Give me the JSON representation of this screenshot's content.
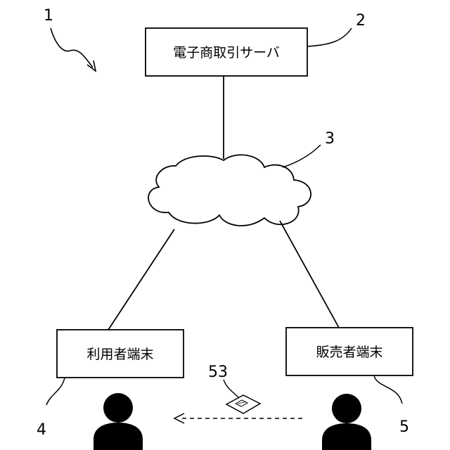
{
  "diagram": {
    "system": {
      "ref": "1"
    },
    "server": {
      "ref": "2",
      "label": "電子商取引サーバ"
    },
    "network": {
      "ref": "3"
    },
    "user_terminal": {
      "ref": "4",
      "label": "利用者端末"
    },
    "seller_terminal": {
      "ref": "5",
      "label": "販売者端末"
    },
    "item": {
      "ref": "53"
    }
  }
}
